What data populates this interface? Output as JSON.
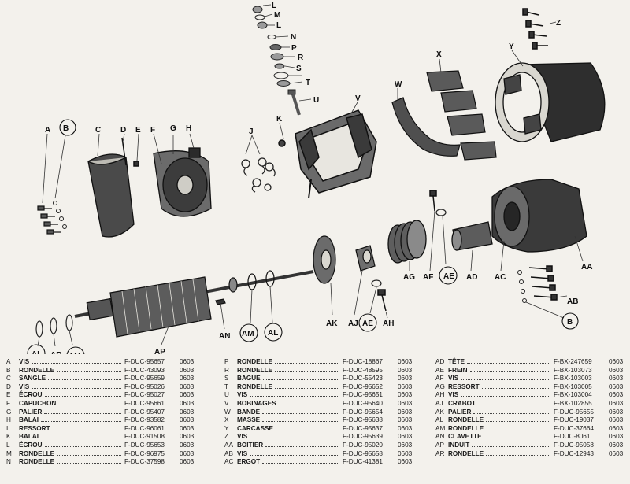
{
  "callouts": [
    "L",
    "M",
    "L",
    "N",
    "P",
    "R",
    "S",
    "T",
    "U",
    "V",
    "W",
    "X",
    "Y",
    "Z",
    "A",
    "B",
    "C",
    "D",
    "E",
    "F",
    "G",
    "H",
    "J",
    "K",
    "AA",
    "AB",
    "AC",
    "AD",
    "AE",
    "AF",
    "AG",
    "AH",
    "AJ",
    "AK",
    "AL",
    "AM",
    "AN",
    "AP",
    "AR",
    "AM",
    "AL",
    "AE",
    "B"
  ],
  "parts_list": [
    [
      {
        "letter": "A",
        "name": "VIS",
        "ref": "F-DUC-95657",
        "qty": "0603"
      },
      {
        "letter": "B",
        "name": "RONDELLE",
        "ref": "F-DUC-43093",
        "qty": "0603"
      },
      {
        "letter": "C",
        "name": "SANGLE",
        "ref": "F-DUC-95659",
        "qty": "0603"
      },
      {
        "letter": "D",
        "name": "VIS",
        "ref": "F-DUC-95026",
        "qty": "0603"
      },
      {
        "letter": "E",
        "name": "ÉCROU",
        "ref": "F-DUC-95027",
        "qty": "0603"
      },
      {
        "letter": "F",
        "name": "CAPUCHON",
        "ref": "F-DUC-95661",
        "qty": "0603"
      },
      {
        "letter": "G",
        "name": "PALIER",
        "ref": "F-DUC-95407",
        "qty": "0603"
      },
      {
        "letter": "H",
        "name": "BALAI",
        "ref": "F-DUC-93582",
        "qty": "0603"
      },
      {
        "letter": "I",
        "name": "RESSORT",
        "ref": "F-DUC-96061",
        "qty": "0603"
      },
      {
        "letter": "K",
        "name": "BALAI",
        "ref": "F-DUC-91508",
        "qty": "0603"
      },
      {
        "letter": "L",
        "name": "ÉCROU",
        "ref": "F-DUC-95653",
        "qty": "0603"
      },
      {
        "letter": "M",
        "name": "RONDELLE",
        "ref": "F-DUC-96975",
        "qty": "0603"
      },
      {
        "letter": "N",
        "name": "RONDELLE",
        "ref": "F-DUC-37598",
        "qty": "0603"
      }
    ],
    [
      {
        "letter": "P",
        "name": "RONDELLE",
        "ref": "F-DUC-18867",
        "qty": "0603"
      },
      {
        "letter": "R",
        "name": "RONDELLE",
        "ref": "F-DUC-48595",
        "qty": "0603"
      },
      {
        "letter": "S",
        "name": "BAGUE",
        "ref": "F-DUC-55423",
        "qty": "0603"
      },
      {
        "letter": "T",
        "name": "RONDELLE",
        "ref": "F-DUC-95652",
        "qty": "0603"
      },
      {
        "letter": "U",
        "name": "VIS",
        "ref": "F-DUC-95651",
        "qty": "0603"
      },
      {
        "letter": "V",
        "name": "BOBINAGES",
        "ref": "F-DUC-95640",
        "qty": "0603"
      },
      {
        "letter": "W",
        "name": "BANDE",
        "ref": "F-DUC-95654",
        "qty": "0603"
      },
      {
        "letter": "X",
        "name": "MASSE",
        "ref": "F-DUC-95638",
        "qty": "0603"
      },
      {
        "letter": "Y",
        "name": "CARCASSE",
        "ref": "F-DUC-95637",
        "qty": "0603"
      },
      {
        "letter": "Z",
        "name": "VIS",
        "ref": "F-DUC-95639",
        "qty": "0603"
      },
      {
        "letter": "AA",
        "name": "BOITIER",
        "ref": "F-DUC-95020",
        "qty": "0603"
      },
      {
        "letter": "AB",
        "name": "VIS",
        "ref": "F-DUC-95658",
        "qty": "0603"
      },
      {
        "letter": "AC",
        "name": "ERGOT",
        "ref": "F-DUC-41381",
        "qty": "0603"
      }
    ],
    [
      {
        "letter": "AD",
        "name": "TÊTE",
        "ref": "F-BX-247659",
        "qty": "0603"
      },
      {
        "letter": "AE",
        "name": "FREIN",
        "ref": "F-BX-103073",
        "qty": "0603"
      },
      {
        "letter": "AF",
        "name": "VIS",
        "ref": "F-BX-103003",
        "qty": "0603"
      },
      {
        "letter": "AG",
        "name": "RESSORT",
        "ref": "F-BX-103005",
        "qty": "0603"
      },
      {
        "letter": "AH",
        "name": "VIS",
        "ref": "F-BX-103004",
        "qty": "0603"
      },
      {
        "letter": "AJ",
        "name": "CRABOT",
        "ref": "F-BX-102855",
        "qty": "0603"
      },
      {
        "letter": "AK",
        "name": "PALIER",
        "ref": "F-DUC-95655",
        "qty": "0603"
      },
      {
        "letter": "AL",
        "name": "RONDELLE",
        "ref": "F-DUC-19037",
        "qty": "0603"
      },
      {
        "letter": "AM",
        "name": "RONDELLE",
        "ref": "F-DUC-37664",
        "qty": "0603"
      },
      {
        "letter": "AN",
        "name": "CLAVETTE",
        "ref": "F-DUC-8061",
        "qty": "0603"
      },
      {
        "letter": "AP",
        "name": "INDUIT",
        "ref": "F-DUC-95058",
        "qty": "0603"
      },
      {
        "letter": "AR",
        "name": "RONDELLE",
        "ref": "F-DUC-12943",
        "qty": "0603"
      }
    ]
  ]
}
